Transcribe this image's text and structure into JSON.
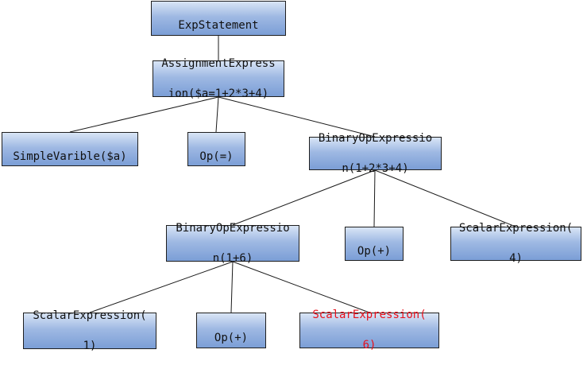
{
  "nodes": {
    "exp_statement": {
      "line1": "ExpStatement",
      "line2": ""
    },
    "assignment": {
      "line1": "AssignmentExpress",
      "line2": "ion($a=1+2*3+4)"
    },
    "simple_var": {
      "line1": "SimpleVarible($a)",
      "line2": ""
    },
    "op_eq": {
      "line1": "Op(=)",
      "line2": ""
    },
    "binop_top": {
      "line1": "BinaryOpExpressio",
      "line2": "n(1+2*3+4)"
    },
    "binop_inner": {
      "line1": "BinaryOpExpressio",
      "line2": "n(1+6)"
    },
    "op_plus_mid": {
      "line1": "Op(+)",
      "line2": ""
    },
    "scalar_4": {
      "line1": "ScalarExpression(",
      "line2": "4)"
    },
    "scalar_1": {
      "line1": "ScalarExpression(",
      "line2": "1)"
    },
    "op_plus_low": {
      "line1": "Op(+)",
      "line2": ""
    },
    "scalar_6": {
      "line1": "ScalarExpression(",
      "line2": "6)"
    }
  },
  "colors": {
    "node_fill_top": "#d9e5f6",
    "node_fill_bottom": "#7b9ed6",
    "highlight_text": "#e8101b",
    "edge": "#1a1a1a"
  }
}
